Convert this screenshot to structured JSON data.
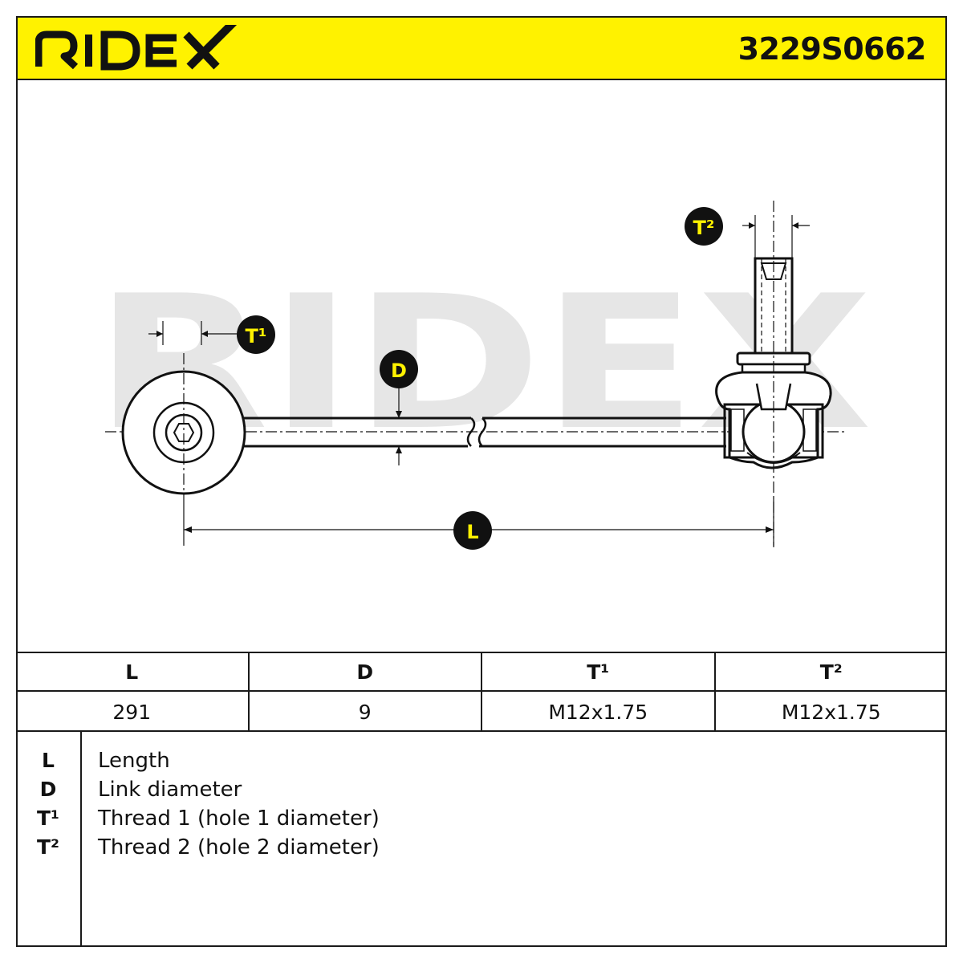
{
  "header": {
    "brand": "RIDEX",
    "part_number": "3229S0662"
  },
  "drawing": {
    "watermark": "RIDEX",
    "markers": {
      "t1": "T¹",
      "t2": "T²",
      "d": "D",
      "l": "L"
    }
  },
  "spec_table": {
    "headers": [
      "L",
      "D",
      "T¹",
      "T²"
    ],
    "values": [
      "291",
      "9",
      "M12x1.75",
      "M12x1.75"
    ]
  },
  "legend": [
    {
      "key": "L",
      "text": "Length"
    },
    {
      "key": "D",
      "text": "Link diameter"
    },
    {
      "key": "T¹",
      "text": "Thread 1 (hole 1 diameter)"
    },
    {
      "key": "T²",
      "text": "Thread 2 (hole 2 diameter)"
    }
  ],
  "colors": {
    "brand_yellow": "#fff200",
    "ink": "#111111",
    "watermark": "#e4e4e4"
  }
}
